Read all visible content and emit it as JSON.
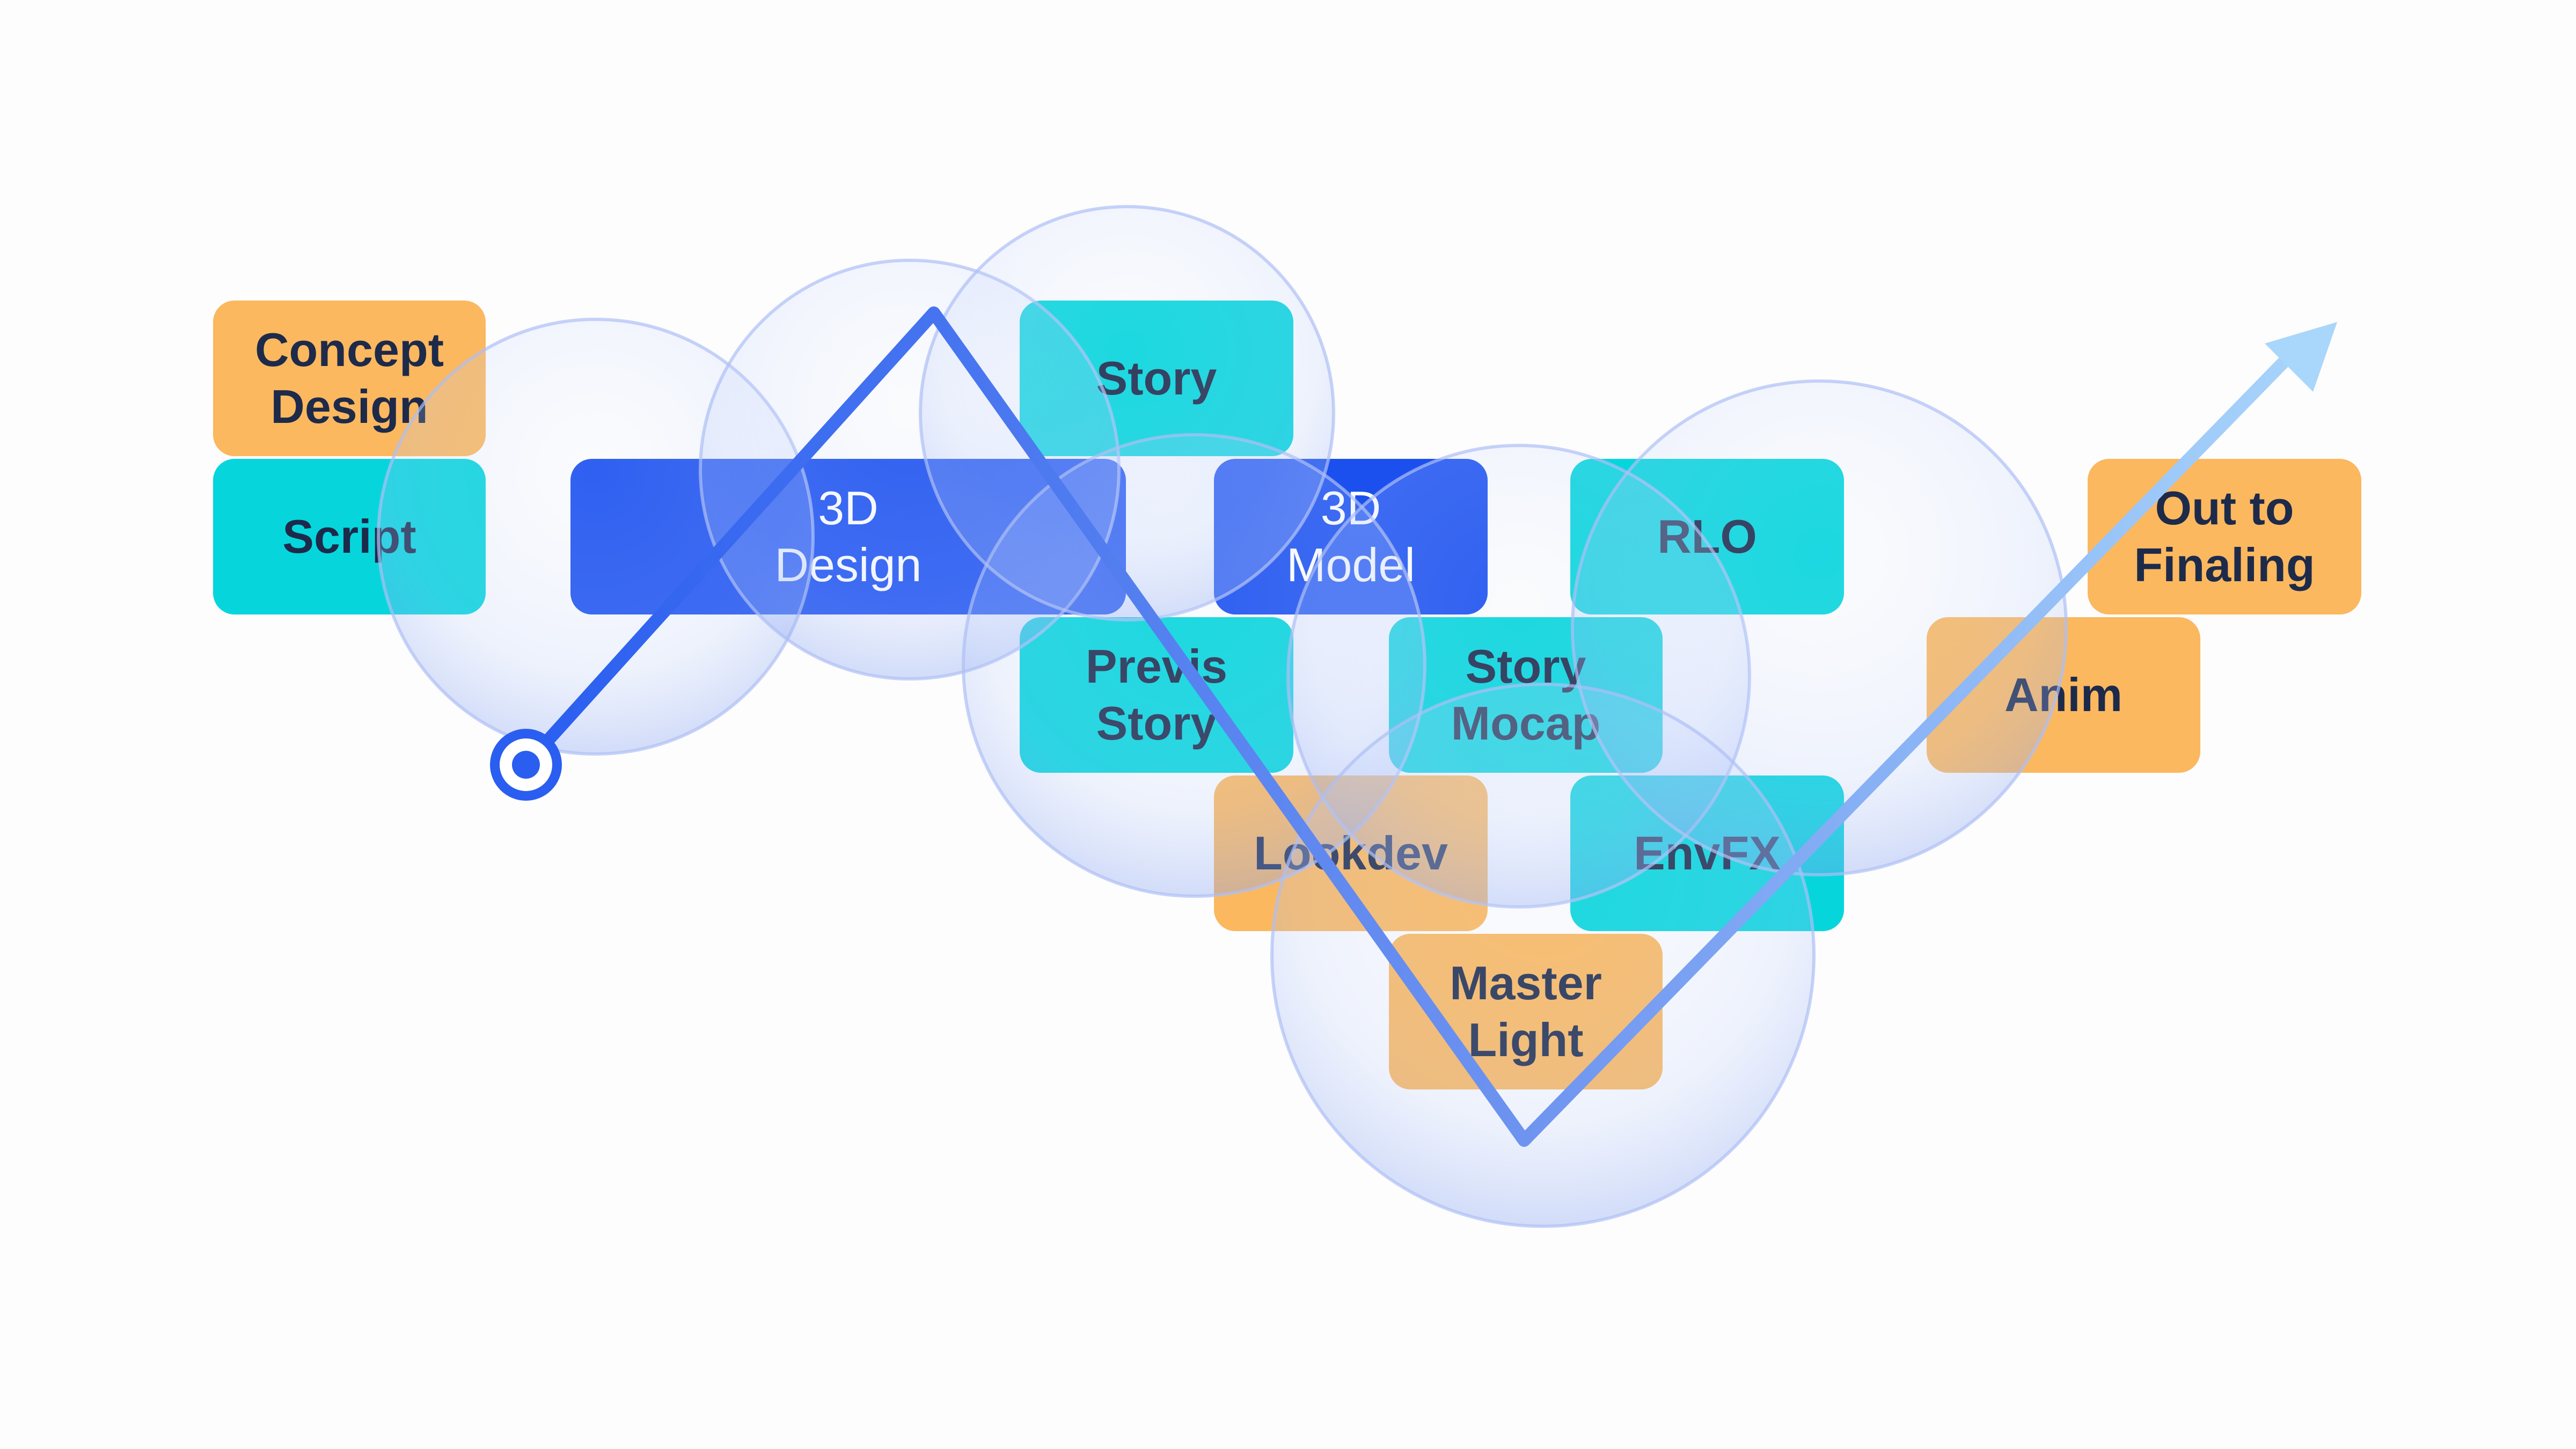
{
  "colors": {
    "orange": "#fbb85f",
    "teal": "#06d6dc",
    "blue": "#1b50ef",
    "text_dark": "#1d2a4a",
    "text_light": "#ffffff",
    "path": "#3f6fe9",
    "arrow": "#9fd0fb",
    "bubble": "#7f9cf0"
  },
  "icons": {
    "start": "start-ring-icon",
    "end": "arrowhead-icon"
  },
  "nodes": {
    "concept_design": {
      "line1": "Concept",
      "line2": "Design",
      "color": "orange"
    },
    "script": {
      "line1": "Script",
      "color": "teal"
    },
    "design_3d": {
      "line1": "3D",
      "line2": "Design",
      "color": "blue"
    },
    "story": {
      "line1": "Story",
      "color": "teal"
    },
    "previs_story": {
      "line1": "Previs",
      "line2": "Story",
      "color": "teal"
    },
    "model_3d": {
      "line1": "3D",
      "line2": "Model",
      "color": "blue"
    },
    "story_mocap": {
      "line1": "Story",
      "line2": "Mocap",
      "color": "teal"
    },
    "lookdev": {
      "line1": "Lookdev",
      "color": "orange"
    },
    "master_light": {
      "line1": "Master",
      "line2": "Light",
      "color": "orange"
    },
    "rlo": {
      "line1": "RLO",
      "color": "teal"
    },
    "envfx": {
      "line1": "EnvFX",
      "color": "teal"
    },
    "anim": {
      "line1": "Anim",
      "color": "orange"
    },
    "out_to_finaling": {
      "line1": "Out to",
      "line2": "Finaling",
      "color": "orange"
    }
  }
}
